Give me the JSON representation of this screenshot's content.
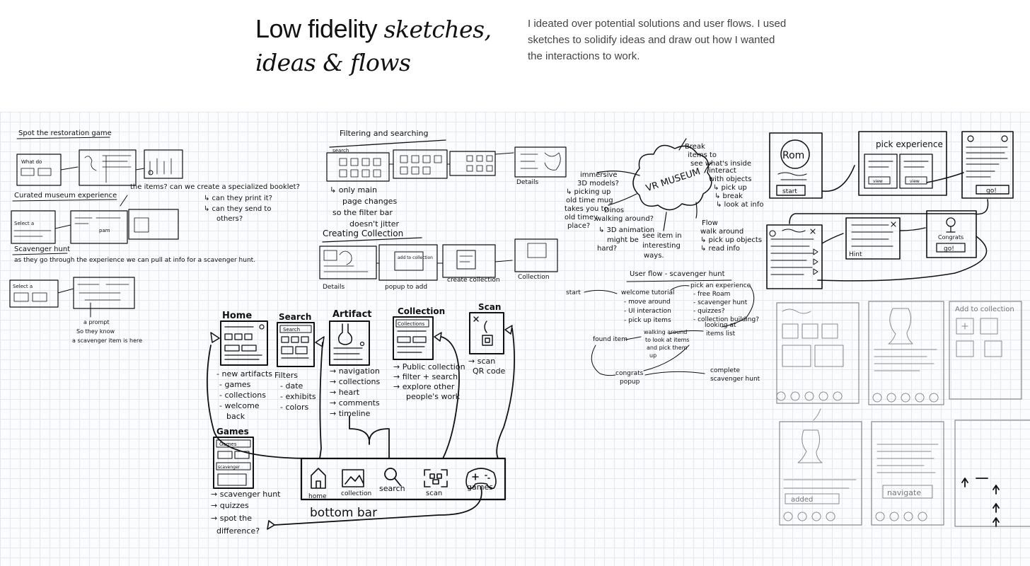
{
  "header": {
    "title_plain": "Low fidelity ",
    "title_italic_1": "sketches,",
    "title_italic_2": "ideas & flows",
    "description": "I ideated over potential solutions and user flows. I used sketches to solidify ideas and draw out how I wanted the interactions to work."
  },
  "board": {
    "sec1": {
      "spot_title": "Spot the restoration game",
      "spot_card": "What do",
      "curated_title": "Curated museum experience",
      "curated_card": "Select a",
      "curated_card2": "pam",
      "curated_notes": [
        "the items? can we create a specialized booklet?",
        "↳ can they print it?",
        "↳ can they send to",
        "others?"
      ],
      "scav_title": "Scavenger hunt",
      "scav_note": "as they go through the experience we can pull at info for a scavenger hunt.",
      "scav_card": "Select a",
      "scav_note2": [
        "a prompt",
        "So they know",
        "a scavenger item is here"
      ]
    },
    "sec2": {
      "filter_title": "Filtering and searching",
      "search_label": "search",
      "filter_notes": [
        "↳ only main",
        "page changes",
        "so the filter bar",
        "doesn't jitter"
      ],
      "details_label": "Details",
      "creating_title": "Creating Collection",
      "col_labels": [
        "Details",
        "popup to add",
        "create collection",
        "Collection"
      ],
      "popup_text": "add to collection"
    },
    "sec3": {
      "cloud": "VR MUSEUM",
      "left_notes": [
        "immersive",
        "3D models?",
        "↳ picking up",
        "old time mug",
        "takes you to",
        "old timey",
        "place?"
      ],
      "dinos": [
        "Dinos",
        "walking around?",
        "↳ 3D animation",
        "might be",
        "hard?"
      ],
      "top_notes": [
        "Break",
        "items to",
        "see what's inside"
      ],
      "right_notes": [
        "interact",
        "with objects",
        "↳ pick up",
        "↳ break",
        "↳ look at info"
      ],
      "flow_notes": [
        "Flow",
        "walk around",
        "↳ pick up objects",
        "↳ read info"
      ],
      "see_notes": [
        "see item in",
        "interesting",
        "ways."
      ]
    },
    "sec4": {
      "uf_title": "User flow - scavenger hunt",
      "start": "start",
      "welcome": [
        "welcome tutorial",
        "- move around",
        "- UI interaction",
        "- pick up items"
      ],
      "pick": [
        "pick an experience",
        "- free Roam",
        "- scavenger hunt",
        "- quizzes?",
        "- collection building?"
      ],
      "found": "found item",
      "walking": [
        "walking around",
        "to look at items",
        "and pick them",
        "up"
      ],
      "looking": [
        "looking at",
        "items list"
      ],
      "congrats": [
        "congrats",
        "popup"
      ],
      "complete": [
        "complete",
        "scavenger hunt"
      ]
    },
    "sec5": {
      "home": "Home",
      "home_notes": [
        "- new artifacts",
        "- games",
        "- collections",
        "- welcome",
        "back"
      ],
      "search": "Search",
      "search_box": "Search",
      "search_notes": [
        "Filters",
        "- date",
        "- exhibits",
        "- colors"
      ],
      "artifact": "Artifact",
      "artifact_notes": [
        "→ navigation",
        "→ collections",
        "→ heart",
        "→ comments",
        "→ timeline"
      ],
      "collection": "Collection",
      "collection_box": "Collections",
      "collection_notes": [
        "→ Public collection",
        "→ filter + search",
        "→ explore other",
        "people's work"
      ],
      "scan": "Scan",
      "scan_notes": [
        "→ scan",
        "QR code"
      ],
      "games": "Games",
      "games_box": "Games",
      "games_banner": "scavenger",
      "games_notes": [
        "→ scavenger hunt",
        "→ quizzes",
        "→ spot the",
        "difference?"
      ],
      "bar_labels": [
        "home",
        "collection",
        "search",
        "scan",
        "games"
      ],
      "bottom_bar": "bottom bar"
    },
    "sec6": {
      "room": "Rom",
      "start": "start",
      "pick": "pick experience",
      "btn_a": "view",
      "btn_b": "view",
      "go": "go!",
      "hint": "Hint",
      "congrats": "Congrats",
      "go2": "go!"
    },
    "sec7": {
      "add_title": "Add to collection",
      "added": "added",
      "navigate": "navigate"
    }
  }
}
